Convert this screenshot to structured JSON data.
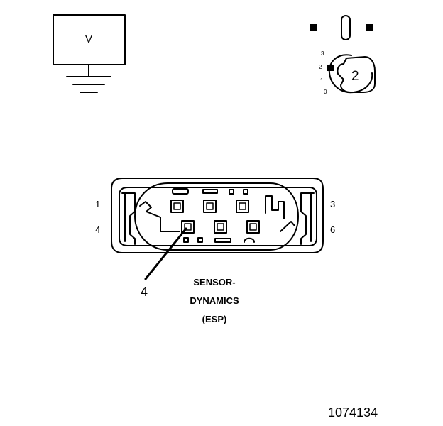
{
  "meter": {
    "unit_label": "V"
  },
  "ignition_switch": {
    "positions": [
      "3",
      "2",
      "1",
      "0"
    ],
    "step_label": "2"
  },
  "connector": {
    "pin_labels": {
      "p1": "1",
      "p3": "3",
      "p4": "4",
      "p6": "6"
    },
    "callout_label": "4",
    "caption_lines": [
      "SENSOR-",
      "DYNAMICS",
      "(ESP)"
    ]
  },
  "figure_number": "1074134"
}
